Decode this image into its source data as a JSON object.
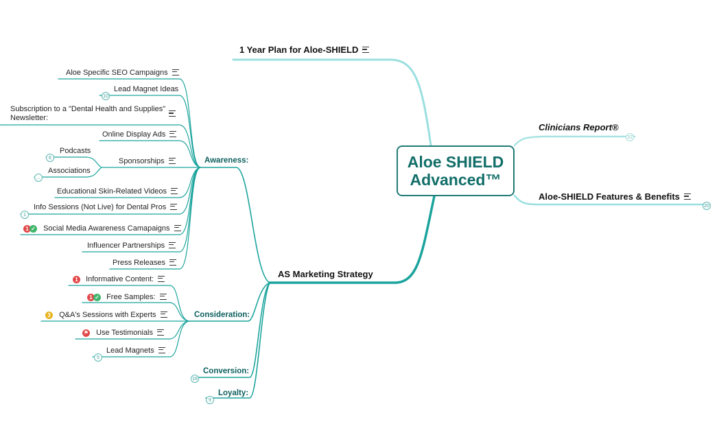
{
  "central": {
    "line1": "Aloe SHIELD",
    "line2": "Advanced™"
  },
  "right": {
    "plan": "1 Year Plan for Aloe-SHIELD",
    "clinicians": "Clinicians Report®",
    "clinicians_count": "32",
    "features": "Aloe-SHIELD Features & Benefits",
    "features_count": "20"
  },
  "strategy": "AS Marketing Strategy",
  "stages": {
    "awareness": "Awareness:",
    "consideration": "Consideration:",
    "conversion": "Conversion:",
    "conversion_count": "16",
    "loyalty": "Loyalty:",
    "loyalty_count": "9"
  },
  "awareness_items": {
    "seo": "Aloe Specific SEO Campaigns",
    "lead_magnet_ideas": "Lead Magnet Ideas",
    "lead_magnet_ideas_count": "10",
    "subscription_l1": "Subscription to a \"Dental Health and Supplies\"",
    "subscription_l2": "Newsletter:",
    "display_ads": "Online Display Ads",
    "sponsorships": "Sponsorships",
    "podcasts": "Podcasts",
    "podcasts_count": "6",
    "associations": "Associations",
    "associations_count": "...",
    "videos": "Educational Skin-Related Videos",
    "info_sessions": "Info Sessions (Not Live) for Dental Pros",
    "info_sessions_count": "1",
    "social_media": "Social Media Awareness Camapaigns",
    "influencer": "Influencer Partnerships",
    "press": "Press Releases"
  },
  "consideration_items": {
    "informative": "Informative Content:",
    "free_samples": "Free Samples:",
    "qa": "Q&A's Sessions with Experts",
    "qa_marker": "3",
    "testimonials": "Use Testimonials",
    "lead_magnets": "Lead Magnets",
    "lead_magnets_count": "5"
  },
  "markers": {
    "priority_one": "1",
    "done": "✓"
  },
  "colors": {
    "branch": "#1aa39c",
    "branch_light": "#8fdcdc",
    "central_border": "#1f7a75",
    "central_text": "#116e68"
  }
}
